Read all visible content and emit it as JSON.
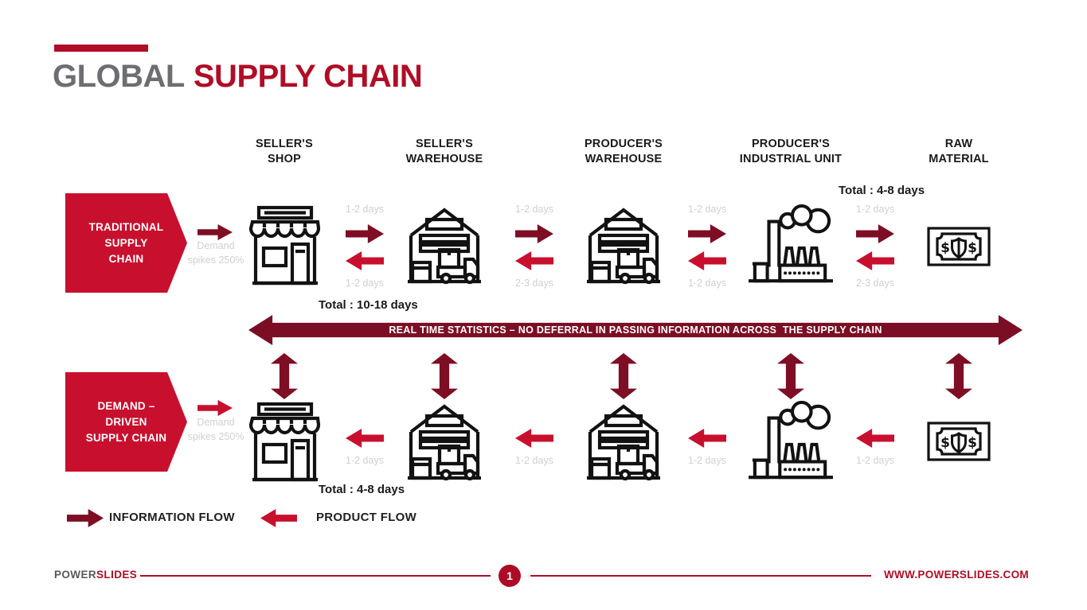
{
  "title": {
    "gray_part": "GLOBAL",
    "red_part": "SUPPLY CHAIN"
  },
  "columns": [
    {
      "line1": "SELLER'S",
      "line2": "SHOP"
    },
    {
      "line1": "SELLER'S",
      "line2": "WAREHOUSE"
    },
    {
      "line1": "PRODUCER'S",
      "line2": "WAREHOUSE"
    },
    {
      "line1": "PRODUCER'S",
      "line2": "INDUSTRIAL UNIT"
    },
    {
      "line1": "RAW",
      "line2": "MATERIAL"
    }
  ],
  "traditional": {
    "chevron_lines": [
      "TRADITIONAL",
      "SUPPLY",
      "CHAIN"
    ],
    "demand_note": "Demand spikes 250%",
    "total_label": "Total : 10-18 days",
    "right_total_label": "Total : 4-8 days",
    "gaps": [
      {
        "info_label": "1-2 days",
        "product_label": "1-2 days"
      },
      {
        "info_label": "1-2 days",
        "product_label": "2-3 days"
      },
      {
        "info_label": "1-2 days",
        "product_label": "1-2 days"
      },
      {
        "info_label": "1-2 days",
        "product_label": "2-3 days"
      }
    ]
  },
  "banner": {
    "text": "REAL TIME STATISTICS – NO DEFERRAL IN PASSING INFORMATION ACROSS  THE SUPPLY CHAIN"
  },
  "demand_driven": {
    "chevron_lines": [
      "DEMAND –",
      "DRIVEN",
      "SUPPLY CHAIN"
    ],
    "demand_note": "Demand spikes 250%",
    "total_label": "Total : 4-8 days",
    "gaps": [
      {
        "product_label": "1-2 days"
      },
      {
        "product_label": "1-2 days"
      },
      {
        "product_label": "1-2 days"
      },
      {
        "product_label": "1-2 days"
      }
    ]
  },
  "legend": {
    "information_flow": "INFORMATION FLOW",
    "product_flow": "PRODUCT FLOW"
  },
  "footer": {
    "logo_gray": "POWER",
    "logo_red": "SLIDES",
    "page_number": "1",
    "website": "WWW.POWERSLIDES.COM"
  },
  "icons": {
    "money_symbol": "$"
  },
  "colors": {
    "red": "#C8102E",
    "maroon": "#7E0E23",
    "accent_red": "#B00D26",
    "title_gray": "#6D6E71",
    "label_gray": "#D0D0D0"
  }
}
